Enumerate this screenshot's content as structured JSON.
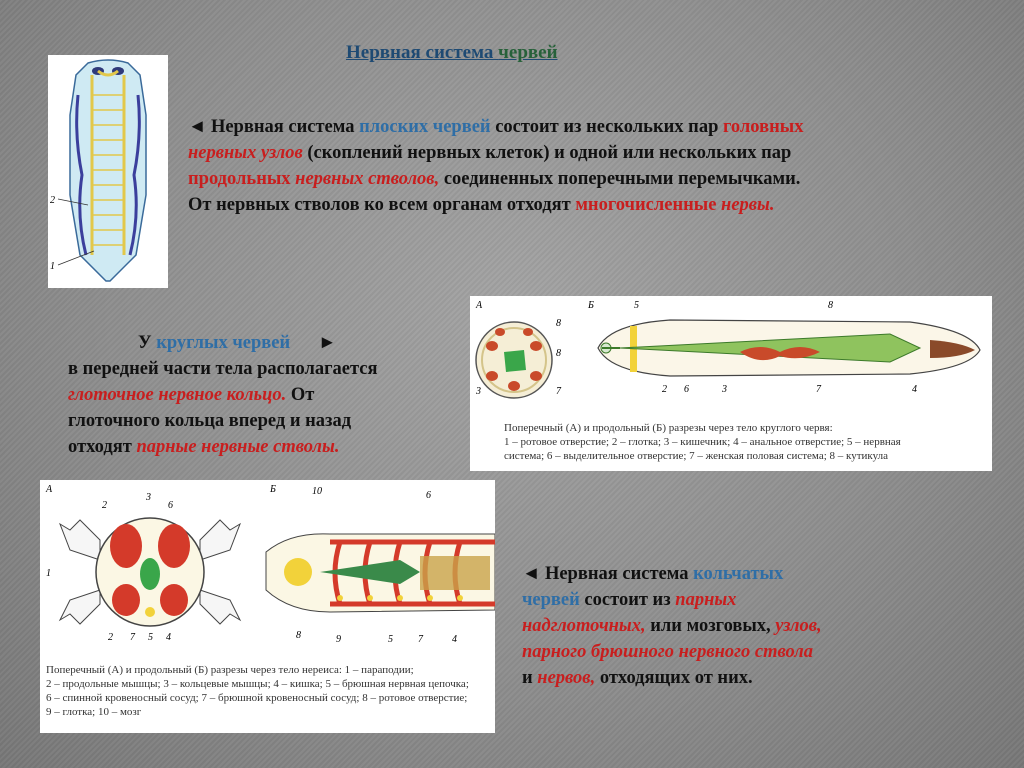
{
  "title": {
    "part1": "Нервная  система ",
    "part2": "червей"
  },
  "flat": {
    "arrow": "◄",
    "p1": "  Нервная система  ",
    "p2": "плоских червей",
    "p3": " состоит из нескольких пар ",
    "p4": "головных",
    "p5": "нервных узлов",
    "p6": "  (скоплений нервных клеток) и одной или нескольких пар",
    "p7": "продольных ",
    "p8": "нервных стволов,",
    "p9": " соединенных поперечными перемычками.",
    "p10": "От нервных стволов ко всем органам отходят ",
    "p11": "многочисленные ",
    "p12": "нервы."
  },
  "round": {
    "p1": "У ",
    "p2": "круглых червей",
    "arrow": "►",
    "p3": "в передней части тела располагается",
    "p4": "глоточное нервное кольцо.",
    "p5": " От",
    "p6": "глоточного кольца вперед и назад",
    "p7": "отходят ",
    "p8": "парные нервные стволы."
  },
  "annelid": {
    "arrow": "◄",
    "p1": " Нервная система  ",
    "p2": "кольчатых",
    "p3": "червей",
    "p4": " состоит  из ",
    "p5": "парных",
    "p6": "надглоточных,",
    "p7": " или мозговых, ",
    "p8": "узлов,",
    "p9": "парного  брюшного  нервного  ствола",
    "p10": "и ",
    "p11": "нервов,",
    "p12": " отходящих от них."
  },
  "fig_flat": {
    "label2": "2",
    "label1": "1"
  },
  "fig_round": {
    "label_a": "А",
    "label_b": "Б",
    "nums": [
      "5",
      "8",
      "8",
      "3",
      "7",
      "2",
      "6",
      "3",
      "7",
      "4"
    ],
    "caption1": "Поперечный (А) и продольный (Б) разрезы через тело круглого червя:",
    "caption2": "1 – ротовое отверстие; 2 – глотка; 3 – кишечник; 4 – анальное отверстие; 5 – нервная",
    "caption3": "система; 6 – выделительное отверстие; 7 – женская половая система; 8 – кутикула"
  },
  "fig_annelid": {
    "label_a": "А",
    "label_b": "Б",
    "nums": [
      "3",
      "6",
      "2",
      "1",
      "2",
      "7",
      "5",
      "4",
      "10",
      "6",
      "8",
      "9",
      "5",
      "7",
      "4"
    ],
    "caption1": "Поперечный (А) и продольный (Б) разрезы через тело нереиса: 1 – параподии;",
    "caption2": "2 – продольные мышцы; 3 – кольцевые мышцы; 4 – кишка; 5 – брюшная нервная цепочка;",
    "caption3": "6 – спинной кровеносный сосуд; 7 – брюшной кровеносный сосуд; 8 – ротовое отверстие;",
    "caption4": "9 – глотка; 10 – мозг"
  }
}
